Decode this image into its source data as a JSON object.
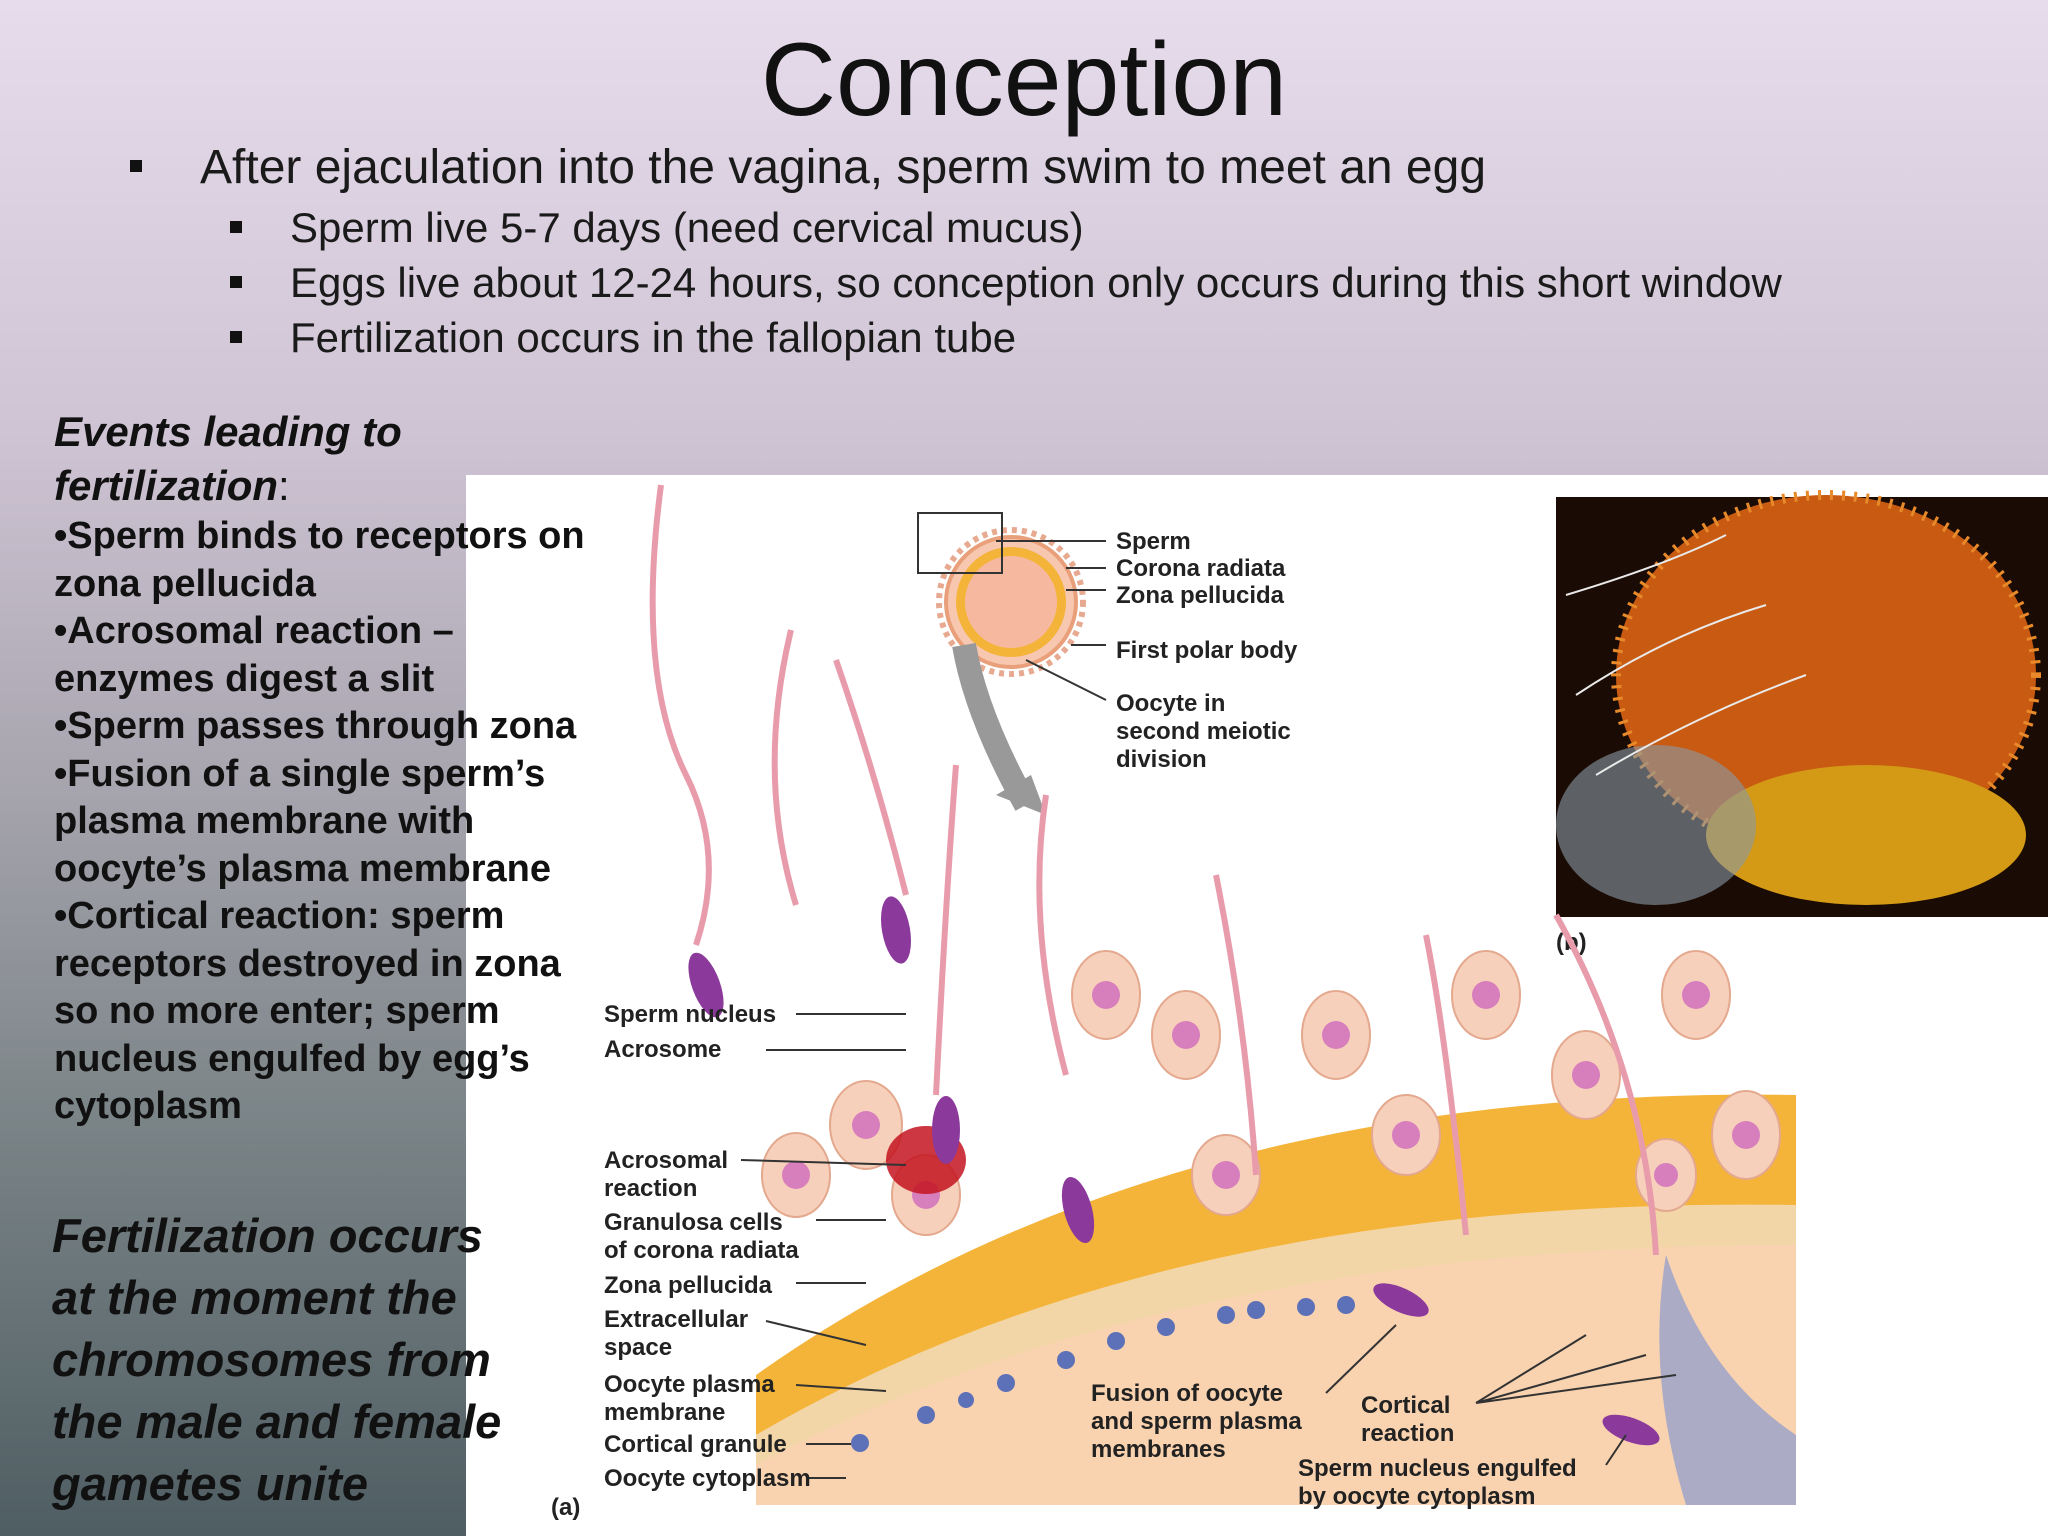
{
  "slide": {
    "title": "Conception",
    "bullets": [
      "After ejaculation into the vagina, sperm swim to meet an egg"
    ],
    "sub_bullets": [
      "Sperm live 5-7 days (need cervical mucus)",
      "Eggs live about 12-24 hours, so conception only occurs during this short window",
      "Fertilization occurs in the fallopian tube"
    ],
    "events": {
      "heading_line1": "Events leading to",
      "heading_line2": "fertilization",
      "heading_colon": ":",
      "lines": [
        "•Sperm binds to receptors on",
        "zona pellucida",
        "•Acrosomal reaction –",
        "enzymes digest a slit",
        "•Sperm passes through zona",
        "•Fusion of a single sperm’s",
        "plasma membrane with",
        "oocyte’s plasma membrane",
        "•Cortical reaction: sperm",
        "receptors destroyed in zona",
        "so no more enter; sperm",
        "nucleus engulfed by egg’s",
        "cytoplasm"
      ]
    },
    "fertilization_note": [
      "Fertilization occurs",
      "at the moment the",
      "chromosomes from",
      "the male and female",
      "gametes unite"
    ]
  },
  "figure": {
    "panel_a": "(a)",
    "panel_b": "(b)",
    "egg_labels": {
      "sperm": "Sperm",
      "corona": "Corona radiata",
      "zona": "Zona pellucida",
      "polar": "First polar body",
      "oocyte1": "Oocyte in",
      "oocyte2": "second meiotic",
      "oocyte3": "division"
    },
    "left_labels": {
      "sperm_nucleus": "Sperm nucleus",
      "acrosome": "Acrosome",
      "acrosomal1": "Acrosomal",
      "acrosomal2": "reaction",
      "granulosa1": "Granulosa cells",
      "granulosa2": "of corona radiata",
      "zona": "Zona pellucida",
      "extracellular1": "Extracellular",
      "extracellular2": "space",
      "oocyte_pm1": "Oocyte plasma",
      "oocyte_pm2": "membrane",
      "cortical_granule": "Cortical granule",
      "oocyte_cyto": "Oocyte cytoplasm"
    },
    "bottom_labels": {
      "fusion1": "Fusion of oocyte",
      "fusion2": "and sperm plasma",
      "fusion3": "membranes",
      "cortical1": "Cortical",
      "cortical2": "reaction",
      "engulfed1": "Sperm nucleus engulfed",
      "engulfed2": "by oocyte cytoplasm"
    },
    "colors": {
      "zona": "#f4b43a",
      "cytoplasm": "#f9d3b0",
      "granulosa": "#f7d0bb",
      "nucleus": "#d77fbd",
      "sperm_head": "#8b3a9c",
      "acrosomal": "#c41420",
      "granule": "#5d71b8"
    }
  }
}
